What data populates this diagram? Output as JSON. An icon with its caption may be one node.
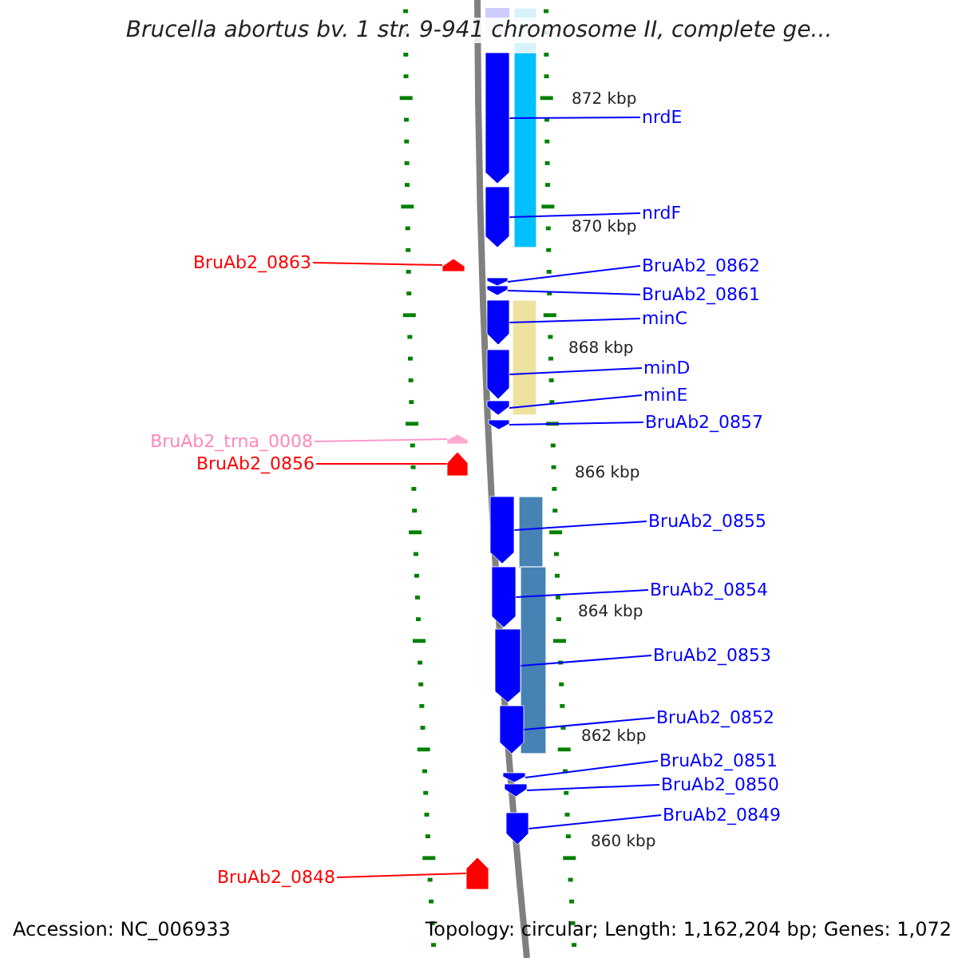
{
  "diagram": {
    "title": "Brucella abortus bv. 1 str. 9-941 chromosome II, complete ge...",
    "nodes": [
      {
        "text": [
          "nrdE"
        ]
      },
      {
        "text": [],
        "shape": "pentagon"
      },
      {
        "text": [
          "nrdF"
        ]
      },
      {
        "text": [],
        "shape": "pentagon"
      },
      {
        "text": [
          "BruAb2_0863"
        ]
      },
      {
        "text": [],
        "shape": "pentagon"
      },
      {
        "text": [
          "BruAb2_0862"
        ]
      },
      {
        "text": [],
        "shape": "pentagon"
      },
      {
        "text": [
          "BruAb2_0861"
        ]
      },
      {
        "text": [],
        "shape": "pentagon"
      },
      {
        "text": [
          "minC"
        ]
      },
      {
        "text": [],
        "shape": "pentagon"
      },
      {
        "text": [
          "minD"
        ]
      },
      {
        "text": [],
        "shape": "pentagon"
      },
      {
        "text": [
          "minE"
        ]
      },
      {
        "text": [],
        "shape": "pentagon"
      },
      {
        "text": [
          "BruAb2_0857"
        ]
      },
      {
        "text": [],
        "shape": "pentagon"
      },
      {
        "text": [
          "BruAb2_trna_0008"
        ]
      },
      {
        "text": [],
        "shape": "pentagon"
      },
      {
        "text": [
          "BruAb2_0856"
        ]
      },
      {
        "text": [],
        "shape": "pentagon"
      },
      {
        "text": [
          "BruAb2_0855"
        ]
      },
      {
        "text": [],
        "shape": "pentagon"
      },
      {
        "text": [
          "BruAb2_0854"
        ]
      },
      {
        "text": [],
        "shape": "pentagon"
      },
      {
        "text": [
          "BruAb2_0853"
        ]
      },
      {
        "text": [],
        "shape": "pentagon"
      },
      {
        "text": [
          "BruAb2_0852"
        ]
      },
      {
        "text": [],
        "shape": "pentagon"
      },
      {
        "text": [
          "BruAb2_0851"
        ]
      },
      {
        "text": [],
        "shape": "pentagon"
      },
      {
        "text": [
          "BruAb2_0850"
        ]
      },
      {
        "text": [],
        "shape": "pentagon"
      },
      {
        "text": [
          "BruAb2_0849"
        ]
      },
      {
        "text": [],
        "shape": "pentagon"
      },
      {
        "text": [
          "BruAb2_0848"
        ]
      },
      {
        "text": [],
        "shape": "pentagon"
      }
    ],
    "edges": [
      {
        "from": 0,
        "to": 1,
        "arrow": "none"
      },
      {
        "from": 2,
        "to": 3,
        "arrow": "none"
      },
      {
        "from": 4,
        "to": 5,
        "arrow": "none",
        "color": "#ff0000"
      },
      {
        "from": 6,
        "to": 7,
        "arrow": "none"
      },
      {
        "from": 8,
        "to": 9,
        "arrow": "none"
      },
      {
        "from": 10,
        "to": 11,
        "arrow": "none"
      },
      {
        "from": 12,
        "to": 13,
        "arrow": "none"
      },
      {
        "from": 14,
        "to": 15,
        "arrow": "none"
      },
      {
        "from": 16,
        "to": 17,
        "arrow": "none"
      },
      {
        "from": 18,
        "to": 19,
        "arrow": "none",
        "color": "#ff99cc"
      },
      {
        "from": 20,
        "to": 21,
        "arrow": "none",
        "color": "#ff0000"
      },
      {
        "from": 22,
        "to": 23,
        "arrow": "none"
      },
      {
        "from": 24,
        "to": 25,
        "arrow": "none"
      },
      {
        "from": 26,
        "to": 27,
        "arrow": "none"
      },
      {
        "from": 28,
        "to": 29,
        "arrow": "none"
      },
      {
        "from": 30,
        "to": 31,
        "arrow": "none"
      },
      {
        "from": 32,
        "to": 33,
        "arrow": "none"
      },
      {
        "from": 34,
        "to": 35,
        "arrow": "none"
      },
      {
        "from": 36,
        "to": 37,
        "arrow": "none",
        "color": "#ff0000"
      }
    ],
    "labels": [
      "872 kbp",
      "870 kbp",
      "868 kbp",
      "866 kbp",
      "864 kbp",
      "862 kbp",
      "860 kbp",
      "Accession: NC_006933",
      "Topology: circular; Length: 1,162,204 bp; Genes: 1,072"
    ]
  }
}
